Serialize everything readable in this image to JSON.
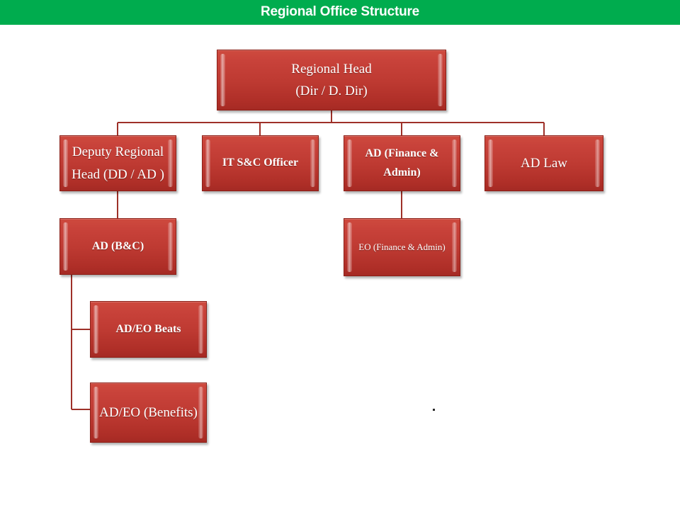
{
  "header": {
    "title": "Regional Office Structure",
    "background_color": "#00AC4E",
    "text_color": "#FFFFFF"
  },
  "theme": {
    "node_fill_top": "#CE4A3E",
    "node_fill_bottom": "#A52A24",
    "node_border": "#8C2018",
    "node_text_color": "#FFFFFF",
    "connector_color": "#9E3028",
    "canvas_background": "#FFFFFF"
  },
  "chart_data": {
    "type": "org-chart",
    "title": "Regional Office Structure",
    "nodes": [
      {
        "id": "regional-head",
        "label": "Regional Head\n(Dir / D. Dir)",
        "level": 0,
        "parent": null
      },
      {
        "id": "deputy-regional-head",
        "label": "Deputy Regional\nHead (DD / AD )",
        "level": 1,
        "parent": "regional-head"
      },
      {
        "id": "it-sc-officer",
        "label": "IT S&C Officer",
        "level": 1,
        "parent": "regional-head"
      },
      {
        "id": "ad-finance-admin",
        "label": "AD (Finance &\nAdmin)",
        "level": 1,
        "parent": "regional-head"
      },
      {
        "id": "ad-law",
        "label": "AD Law",
        "level": 1,
        "parent": "regional-head"
      },
      {
        "id": "ad-bc",
        "label": "AD (B&C)",
        "level": 2,
        "parent": "deputy-regional-head"
      },
      {
        "id": "eo-finance-admin",
        "label": "EO (Finance & Admin)",
        "level": 2,
        "parent": "ad-finance-admin"
      },
      {
        "id": "ad-eo-beats",
        "label": "AD/EO Beats",
        "level": 3,
        "parent": "ad-bc"
      },
      {
        "id": "ad-eo-benefits",
        "label": "AD/EO (Benefits)",
        "level": 3,
        "parent": "ad-bc"
      }
    ],
    "edges": [
      {
        "from": "regional-head",
        "to": "deputy-regional-head",
        "style": "orthogonal"
      },
      {
        "from": "regional-head",
        "to": "it-sc-officer",
        "style": "orthogonal"
      },
      {
        "from": "regional-head",
        "to": "ad-finance-admin",
        "style": "orthogonal"
      },
      {
        "from": "regional-head",
        "to": "ad-law",
        "style": "orthogonal"
      },
      {
        "from": "deputy-regional-head",
        "to": "ad-bc",
        "style": "straight"
      },
      {
        "from": "ad-finance-admin",
        "to": "eo-finance-admin",
        "style": "straight"
      },
      {
        "from": "ad-bc",
        "to": "ad-eo-beats",
        "style": "elbow-left"
      },
      {
        "from": "ad-bc",
        "to": "ad-eo-benefits",
        "style": "elbow-left"
      }
    ]
  }
}
